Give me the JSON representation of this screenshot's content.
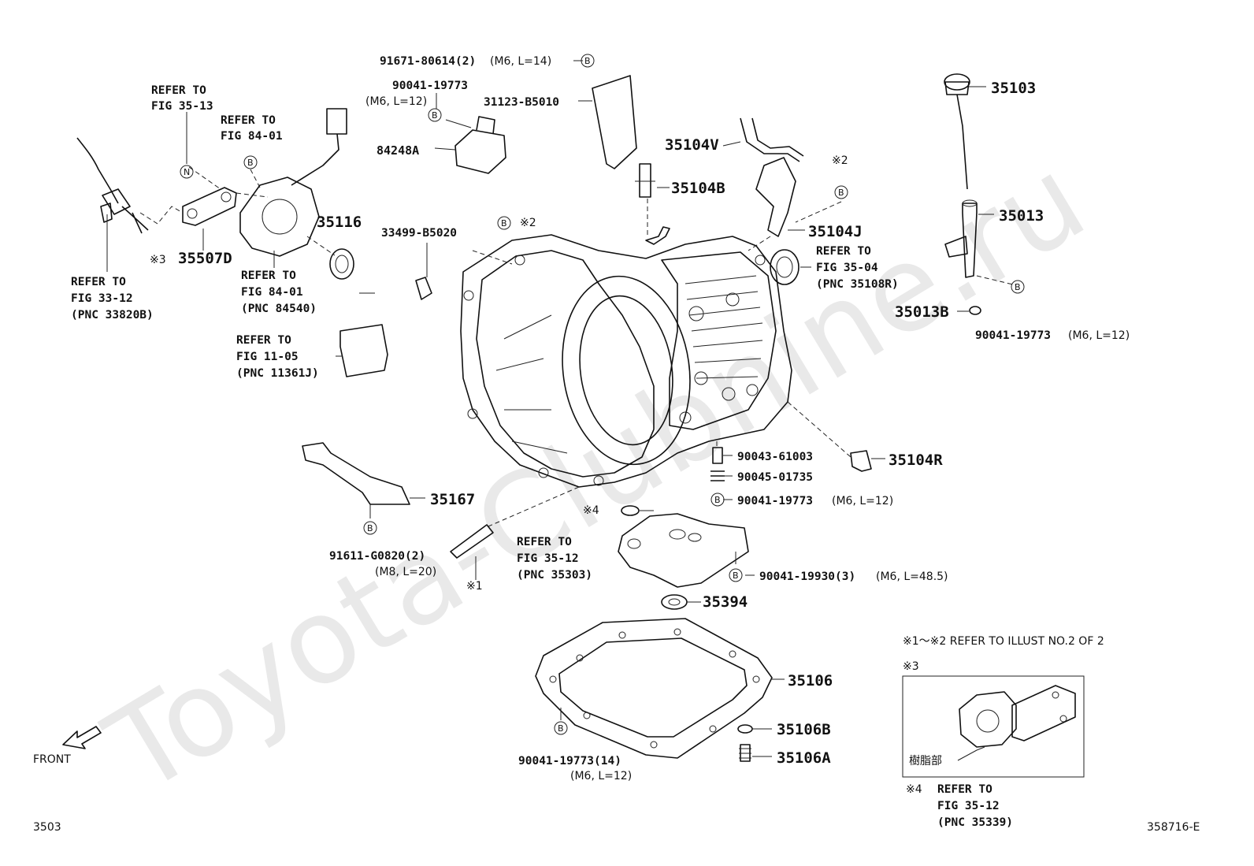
{
  "watermark": "Toyota-Clubnine.ru",
  "diagram": {
    "page_ref": "3503",
    "illust_id": "358716-E",
    "front_label": "FRONT"
  },
  "parts": [
    {
      "id": "p1",
      "text": "91671-80614(2)",
      "sub": "(M6, L=14)",
      "mark": "B"
    },
    {
      "id": "p2",
      "text": "90041-19773",
      "sub": "(M6, L=12)",
      "mark": "B"
    },
    {
      "id": "p3",
      "text": "31123-B5010"
    },
    {
      "id": "p4",
      "text": "84248A"
    },
    {
      "id": "p5",
      "text": "35104V"
    },
    {
      "id": "p6",
      "text": "35104B"
    },
    {
      "id": "p7",
      "text": "35103"
    },
    {
      "id": "p8",
      "text": "35013"
    },
    {
      "id": "p9",
      "text": "35013B"
    },
    {
      "id": "p10",
      "text": "90041-19773",
      "sub": "(M6, L=12)",
      "mark": "B"
    },
    {
      "id": "p11",
      "text": "35104J",
      "mark": "B",
      "note": "※2"
    },
    {
      "id": "p12",
      "text": "35116"
    },
    {
      "id": "p13",
      "text": "35507D",
      "note": "※3"
    },
    {
      "id": "p14",
      "text": "33499-B5020",
      "mark": "B",
      "note": "※2"
    },
    {
      "id": "p15",
      "text": "35104R"
    },
    {
      "id": "p16",
      "text": "90043-61003"
    },
    {
      "id": "p17",
      "text": "90045-01735"
    },
    {
      "id": "p18",
      "text": "90041-19773",
      "sub": "(M6, L=12)",
      "mark": "B"
    },
    {
      "id": "p19",
      "text": "35167"
    },
    {
      "id": "p20",
      "text": "91611-G0820(2)",
      "sub": "(M8, L=20)",
      "mark": "B"
    },
    {
      "id": "p21",
      "text": "90041-19930(3)",
      "sub": "(M6, L=48.5)",
      "mark": "B"
    },
    {
      "id": "p22",
      "text": "35394"
    },
    {
      "id": "p23",
      "text": "35106"
    },
    {
      "id": "p24",
      "text": "35106B"
    },
    {
      "id": "p25",
      "text": "35106A"
    },
    {
      "id": "p26",
      "text": "90041-19773(14)",
      "sub": "(M6, L=12)",
      "mark": "B"
    }
  ],
  "refs": [
    {
      "id": "r1",
      "lines": [
        "REFER TO",
        "FIG 35-13"
      ],
      "mark": "N"
    },
    {
      "id": "r2",
      "lines": [
        "REFER TO",
        "FIG 84-01"
      ],
      "mark": "B"
    },
    {
      "id": "r3",
      "lines": [
        "REFER TO",
        "FIG 33-12",
        "(PNC 33820B)"
      ]
    },
    {
      "id": "r4",
      "lines": [
        "REFER TO",
        "FIG 84-01",
        "(PNC 84540)"
      ]
    },
    {
      "id": "r5",
      "lines": [
        "REFER TO",
        "FIG 11-05",
        "(PNC 11361J)"
      ]
    },
    {
      "id": "r6",
      "lines": [
        "REFER TO",
        "FIG 35-04",
        "(PNC 35108R)"
      ]
    },
    {
      "id": "r7",
      "lines": [
        "REFER TO",
        "FIG 35-12",
        "(PNC 35303)"
      ]
    }
  ],
  "notes": {
    "n1": "※1",
    "n4": "※4",
    "illust_note": "※1～※2 REFER TO ILLUST NO.2 OF 2",
    "inset_mark": "※3",
    "resin_label": "樹脂部",
    "note4_mark": "※4",
    "note4_lines": [
      "REFER TO",
      "FIG 35-12",
      "(PNC 35339)"
    ]
  }
}
